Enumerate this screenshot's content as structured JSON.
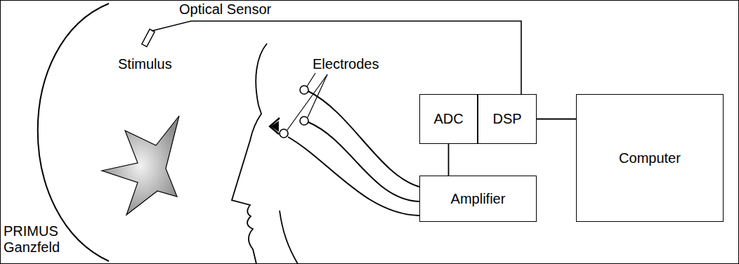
{
  "diagram": {
    "nodes": [
      {
        "text": [
          "ADC"
        ]
      },
      {
        "text": [
          "DSP"
        ]
      },
      {
        "text": [
          "Computer"
        ]
      },
      {
        "text": [
          "Amplifier"
        ]
      }
    ],
    "edges": [
      {
        "from": 0,
        "to": 3,
        "arrow": "none"
      },
      {
        "from": 1,
        "to": 2,
        "arrow": "none"
      }
    ],
    "labels": [
      "Optical Sensor",
      "Stimulus",
      "Electrodes",
      "PRIMUS Ganzfeld"
    ]
  }
}
